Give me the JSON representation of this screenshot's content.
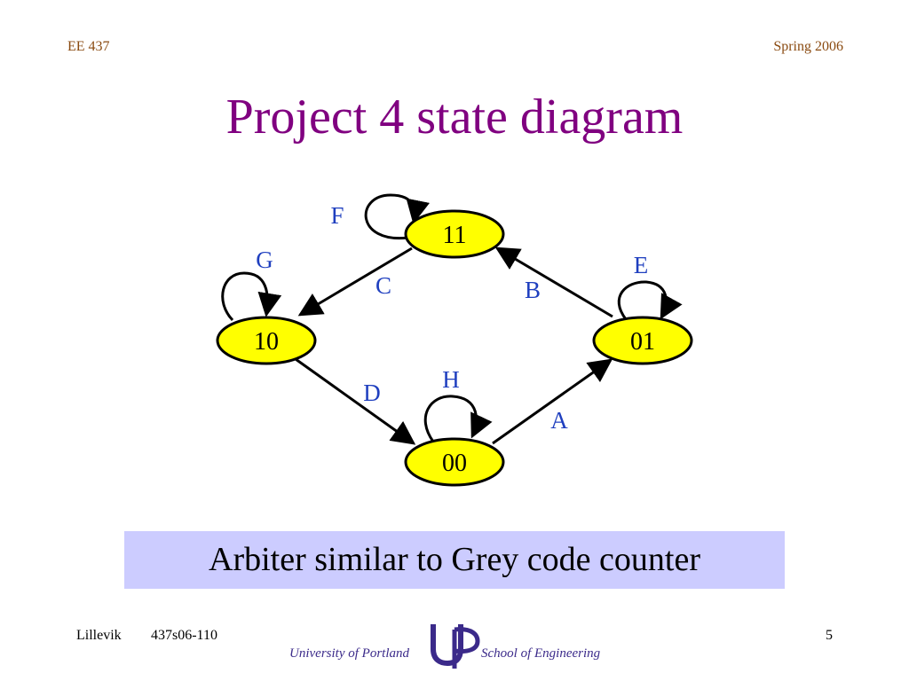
{
  "header": {
    "course": "EE 437",
    "term": "Spring 2006"
  },
  "title": "Project 4 state diagram",
  "states": [
    {
      "id": "s11",
      "label": "11"
    },
    {
      "id": "s10",
      "label": "10"
    },
    {
      "id": "s01",
      "label": "01"
    },
    {
      "id": "s00",
      "label": "00"
    }
  ],
  "transitions": [
    {
      "label": "A",
      "from": "00",
      "to": "01"
    },
    {
      "label": "B",
      "from": "01",
      "to": "11"
    },
    {
      "label": "C",
      "from": "11",
      "to": "10"
    },
    {
      "label": "D",
      "from": "10",
      "to": "00"
    },
    {
      "label": "E",
      "from": "01",
      "to": "01"
    },
    {
      "label": "F",
      "from": "11",
      "to": "11"
    },
    {
      "label": "G",
      "from": "10",
      "to": "10"
    },
    {
      "label": "H",
      "from": "00",
      "to": "00"
    }
  ],
  "note": "Arbiter similar to Grey code counter",
  "footer": {
    "author": "Lillevik",
    "code": "437s06-110",
    "page": "5",
    "university": "University of Portland",
    "school": "School of Engineering"
  },
  "colors": {
    "state_fill": "#ffff00",
    "title": "#800080",
    "label": "#1f3fbf",
    "note_bg": "#ccccff"
  }
}
